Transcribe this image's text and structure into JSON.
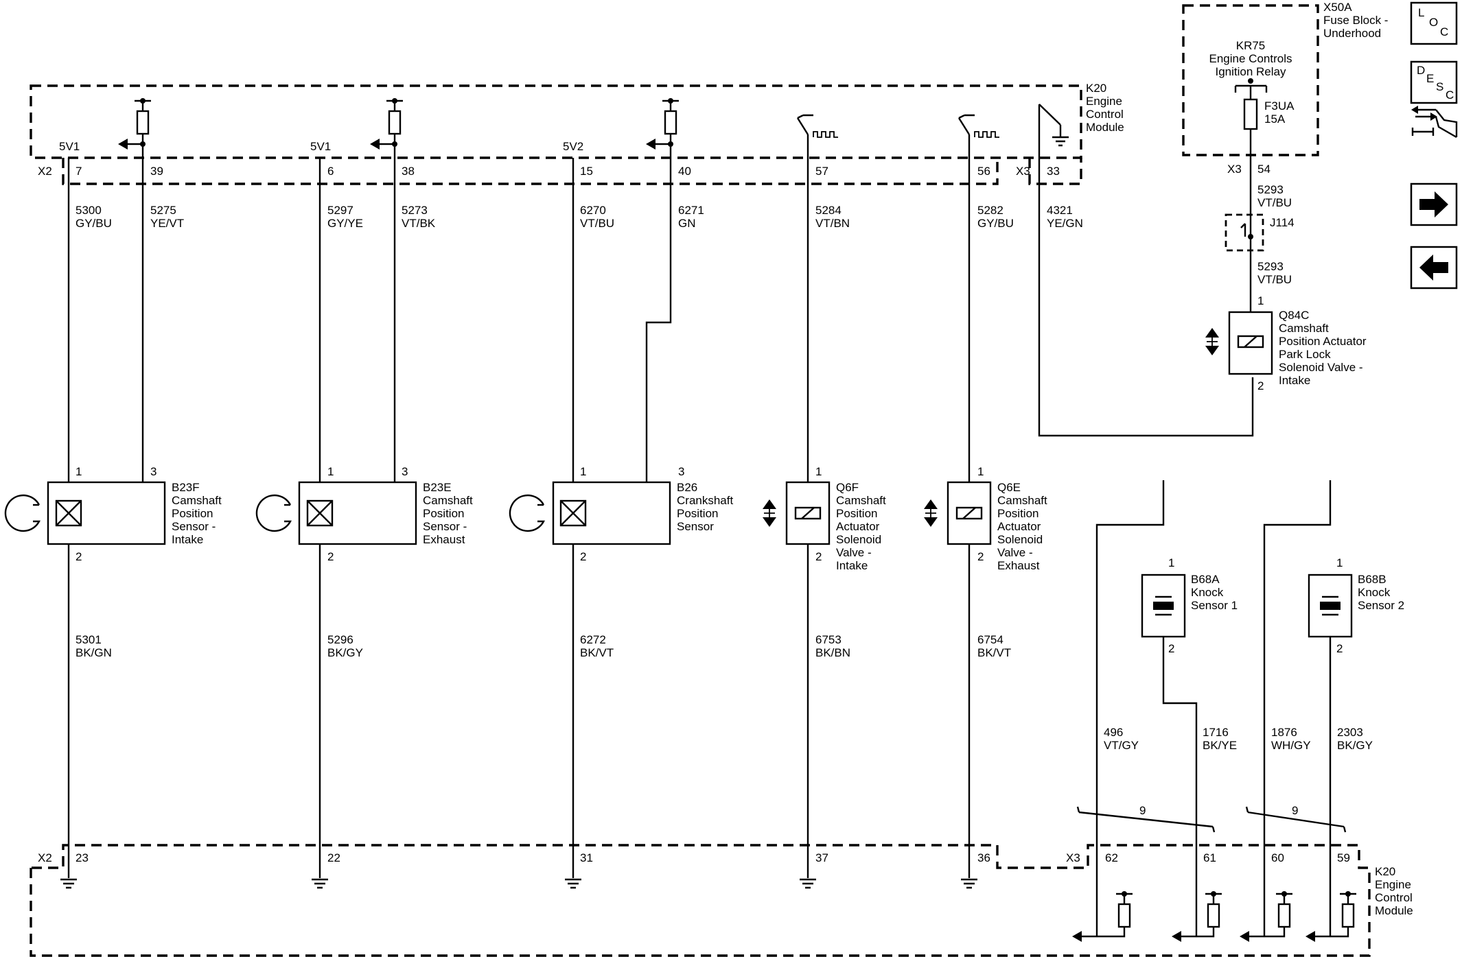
{
  "ecm": {
    "ref": "K20",
    "name_lines": [
      "Engine",
      "Control",
      "Module"
    ]
  },
  "fuse_block": {
    "ref": "X50A",
    "name_lines": [
      "Fuse Block -",
      "Underhood"
    ]
  },
  "relay": {
    "ref": "KR75",
    "name_lines": [
      "Engine Controls",
      "Ignition Relay"
    ]
  },
  "fuse": {
    "ref": "F3UA",
    "rating": "15A"
  },
  "connectors": {
    "x2": "X2",
    "x3": "X3"
  },
  "voltage_refs": {
    "v1": "5V1",
    "v2": "5V2"
  },
  "top_pins": [
    "7",
    "39",
    "6",
    "38",
    "15",
    "40",
    "57",
    "56",
    "33",
    "54"
  ],
  "bottom_pins": [
    "23",
    "22",
    "31",
    "37",
    "36",
    "62",
    "61",
    "60",
    "59"
  ],
  "top_wires": [
    {
      "circuit": "5300",
      "color": "GY/BU"
    },
    {
      "circuit": "5275",
      "color": "YE/VT"
    },
    {
      "circuit": "5297",
      "color": "GY/YE"
    },
    {
      "circuit": "5273",
      "color": "VT/BK"
    },
    {
      "circuit": "6270",
      "color": "VT/BU"
    },
    {
      "circuit": "6271",
      "color": "GN"
    },
    {
      "circuit": "5284",
      "color": "VT/BN"
    },
    {
      "circuit": "5282",
      "color": "GY/BU"
    },
    {
      "circuit": "4321",
      "color": "YE/GN"
    }
  ],
  "bottom_wires": [
    {
      "circuit": "5301",
      "color": "BK/GN"
    },
    {
      "circuit": "5296",
      "color": "BK/GY"
    },
    {
      "circuit": "6272",
      "color": "BK/VT"
    },
    {
      "circuit": "6753",
      "color": "BK/BN"
    },
    {
      "circuit": "6754",
      "color": "BK/VT"
    }
  ],
  "knock_wires": [
    {
      "circuit": "496",
      "color": "VT/GY"
    },
    {
      "circuit": "1716",
      "color": "BK/YE"
    },
    {
      "circuit": "1876",
      "color": "WH/GY"
    },
    {
      "circuit": "2303",
      "color": "BK/GY"
    }
  ],
  "fuse_wire": {
    "circuit": "5293",
    "color": "VT/BU"
  },
  "splice": "J114",
  "twist_label": "9",
  "pin_nums": {
    "p1": "1",
    "p2": "2",
    "p3": "3"
  },
  "components": {
    "b23f": {
      "ref": "B23F",
      "name_lines": [
        "Camshaft",
        "Position",
        "Sensor -",
        "Intake"
      ]
    },
    "b23e": {
      "ref": "B23E",
      "name_lines": [
        "Camshaft",
        "Position",
        "Sensor -",
        "Exhaust"
      ]
    },
    "b26": {
      "ref": "B26",
      "name_lines": [
        "Crankshaft",
        "Position",
        "Sensor"
      ]
    },
    "q6f": {
      "ref": "Q6F",
      "name_lines": [
        "Camshaft",
        "Position",
        "Actuator",
        "Solenoid",
        "Valve -",
        "Intake"
      ]
    },
    "q6e": {
      "ref": "Q6E",
      "name_lines": [
        "Camshaft",
        "Position",
        "Actuator",
        "Solenoid",
        "Valve -",
        "Exhaust"
      ]
    },
    "q84c": {
      "ref": "Q84C",
      "name_lines": [
        "Camshaft",
        "Position Actuator",
        "Park Lock",
        "Solenoid Valve -",
        "Intake"
      ]
    },
    "b68a": {
      "ref": "B68A",
      "name_lines": [
        "Knock",
        "Sensor 1"
      ]
    },
    "b68b": {
      "ref": "B68B",
      "name_lines": [
        "Knock",
        "Sensor 2"
      ]
    }
  },
  "nav": {
    "loc": [
      "L",
      "O",
      "C"
    ],
    "desc": [
      "D",
      "E",
      "S",
      "C"
    ]
  }
}
